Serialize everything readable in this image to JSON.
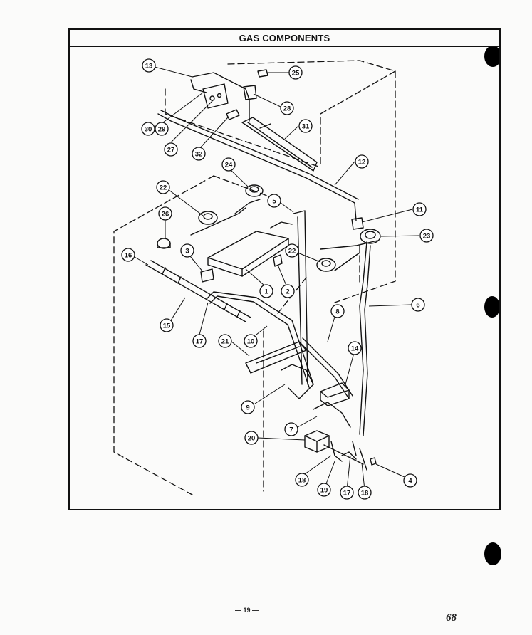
{
  "diagram": {
    "title": "GAS COMPONENTS",
    "callouts": [
      "13",
      "25",
      "28",
      "30",
      "29",
      "27",
      "32",
      "31",
      "12",
      "24",
      "22",
      "26",
      "5",
      "11",
      "23",
      "3",
      "16",
      "22",
      "1",
      "2",
      "6",
      "15",
      "17",
      "21",
      "10",
      "8",
      "14",
      "9",
      "7",
      "20",
      "4",
      "18",
      "19",
      "17",
      "18"
    ]
  },
  "footer": {
    "page_number": "— 19 —",
    "handwritten_mark": "68"
  },
  "colors": {
    "ink": "#111111",
    "paper": "#fbfbfa"
  }
}
